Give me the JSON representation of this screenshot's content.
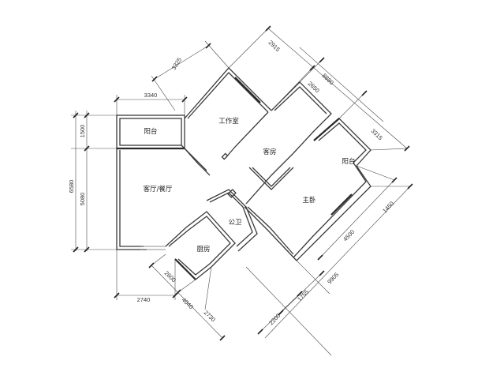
{
  "rooms": {
    "balcony_left": "阳台",
    "living_dining": "客厅/餐厅",
    "study": "工作室",
    "guest_room": "客房",
    "balcony_right": "阳台",
    "master_bedroom": "主卧",
    "public_bath": "公卫",
    "kitchen": "厨房"
  },
  "dimensions": {
    "top_left_width": "3340",
    "top_diag_left": "3325",
    "top_diag_a": "2915",
    "top_diag_b": "8880",
    "top_diag_c": "2650",
    "top_diag_d": "3315",
    "left_a": "1500",
    "left_b": "5080",
    "left_total": "6580",
    "bottom_left": "2740",
    "bottom_a": "2600",
    "bottom_b": "4040",
    "bottom_c": "2730",
    "bottom_d": "2200",
    "bottom_e": "1755",
    "bottom_f": "9905",
    "right_a": "4500",
    "right_b": "1450"
  }
}
